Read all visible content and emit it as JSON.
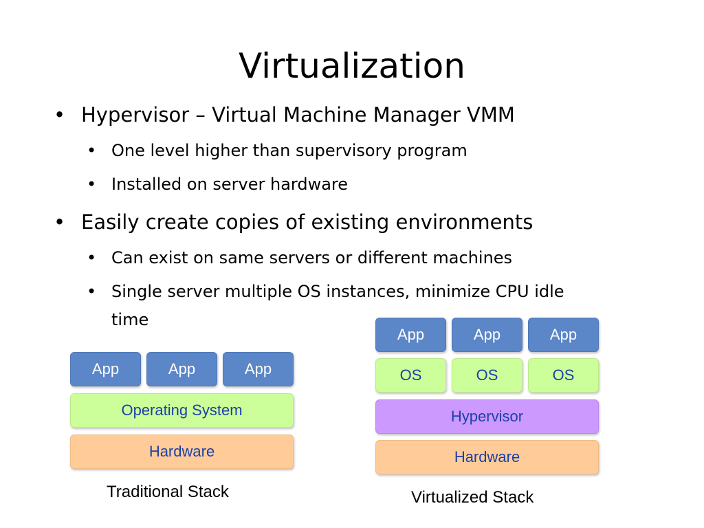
{
  "slide": {
    "title": "Virtualization",
    "bullets": [
      {
        "text": "Hypervisor – Virtual Machine Manager VMM",
        "sub": [
          "One level higher than supervisory program",
          "Installed on server hardware"
        ]
      },
      {
        "text": "Easily create copies of existing environments",
        "sub": [
          "Can exist on same servers or different machines",
          "Single server multiple OS instances, minimize CPU idle",
          "time"
        ]
      }
    ]
  },
  "traditional": {
    "apps": [
      "App",
      "App",
      "App"
    ],
    "os": "Operating System",
    "hardware": "Hardware",
    "caption": "Traditional Stack"
  },
  "virtualized": {
    "apps": [
      "App",
      "App",
      "App"
    ],
    "os": [
      "OS",
      "OS",
      "OS"
    ],
    "hypervisor": "Hypervisor",
    "hardware": "Hardware",
    "caption": "Virtualized Stack"
  },
  "colors": {
    "app": "#5b86c7",
    "os": "#ccff99",
    "hardware": "#ffcc99",
    "hypervisor": "#cc99ff",
    "box_text": "#1d3fa8"
  }
}
